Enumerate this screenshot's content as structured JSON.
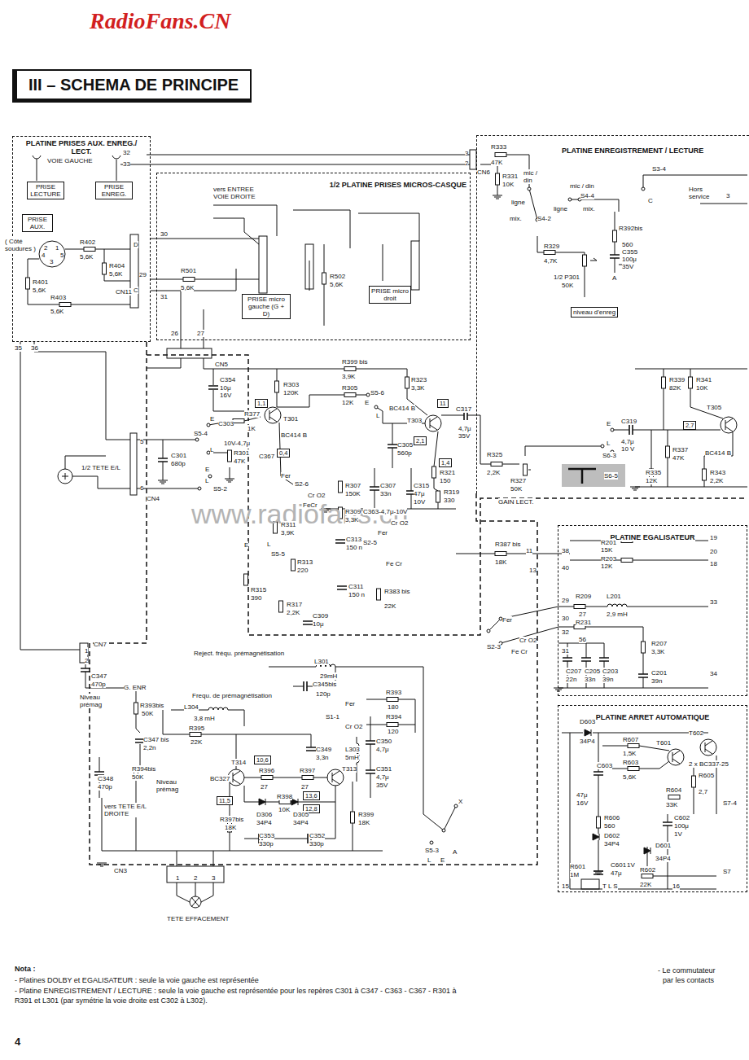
{
  "diagram": {
    "title": "III – SCHEMA DE PRINCIPE",
    "nodes": [
      {
        "text": [
          "PLATINE PRISES AUX. ENREG./ LECT."
        ]
      },
      {
        "text": [
          "PRISE LECTURE"
        ],
        "in": 0
      },
      {
        "text": [
          "PRISE ENREG."
        ],
        "in": 0
      },
      {
        "text": [
          "PRISE AUX."
        ],
        "in": 0
      },
      {
        "text": [
          "1/2 PLATINE PRISES MICROS-CASQUE"
        ]
      },
      {
        "text": [
          "PRISE micro gauche (G + D)"
        ],
        "in": 4
      },
      {
        "text": [
          "PRISE micro droit"
        ],
        "in": 4
      },
      {
        "text": [
          "PLATINE ENREGISTREMENT / LECTURE"
        ]
      },
      {
        "text": [
          "niveau d'enreg"
        ],
        "in": 7
      },
      {
        "text": [
          "PLATINE EGALISATEUR"
        ]
      },
      {
        "text": [
          "PLATINE ARRET AUTOMATIQUE"
        ]
      },
      {
        "text": [
          "1,1"
        ]
      },
      {
        "text": [
          "0,4"
        ]
      },
      {
        "text": [
          "11"
        ]
      },
      {
        "text": [
          "2,1"
        ]
      },
      {
        "text": [
          "1,4"
        ]
      },
      {
        "text": [
          "2,7"
        ],
        "in": 7
      },
      {
        "text": [
          "10,6"
        ]
      },
      {
        "text": [
          "13,6"
        ]
      },
      {
        "text": [
          "12,8"
        ]
      },
      {
        "text": [
          "11,5"
        ]
      }
    ],
    "edges": [
      {
        "from": 0,
        "to": 4,
        "arrow": "none"
      },
      {
        "from": 0,
        "to": 4,
        "arrow": "none"
      },
      {
        "from": 0,
        "to": 4,
        "arrow": "none"
      }
    ],
    "labels": [
      "RadioFans.CN",
      "www.radiofans.cn",
      "32",
      "33",
      "VOIE GAUCHE",
      "2",
      "1",
      "4",
      "5",
      "3",
      "( Côté soudures )",
      "R402",
      "5,6K",
      "R404",
      "5,6K",
      "R401",
      "5,6K",
      "R403",
      "5,6K",
      "D",
      "CN11",
      "C",
      "30",
      "29",
      "31",
      "35",
      "36",
      "26",
      "27",
      "CN5",
      "vers ENTREE VOIE DROITE",
      "R501",
      "5,6K",
      "R502",
      "5,6K",
      "3",
      "2",
      "CN6",
      "R333",
      "47K",
      "R331",
      "10K",
      "mic / din",
      "ligne",
      "mic / din",
      "S4-4",
      "ligne",
      "mix.",
      "S4-2",
      "mix.",
      "R329",
      "4,7K",
      "1/2 P301",
      "50K",
      "S3-4",
      "C",
      "Hors service",
      "3",
      "R392bis",
      "560",
      "C355",
      "100μ",
      "35V",
      "A",
      "R339",
      "82K",
      "R341",
      "10K",
      "T305",
      "BC414 B",
      "C319",
      "4,7μ",
      "10 V",
      "E",
      "L",
      "S6-3",
      "R337",
      "47K",
      "R335",
      "12K",
      "R343",
      "2,2K",
      "S6-5",
      "R325",
      "2,2K",
      "R327",
      "50K",
      "GAIN LECT.",
      "C317",
      "4,7μ",
      "35V",
      "T303",
      "BC414 B",
      "R323",
      "3,3K",
      "R399 bis",
      "3,9K",
      "R305",
      "12K",
      "S5-6",
      "E",
      "L",
      "C305",
      "560p",
      "R321",
      "150",
      "R319",
      "330",
      "C315",
      "47μ",
      "10V",
      "C307",
      "33n",
      "R303",
      "120K",
      "T301",
      "BC414 B",
      "C354",
      "10μ",
      "16V",
      "R377",
      "1K",
      "C303",
      "10V-4,7μ",
      "C367",
      "R301",
      "47K",
      "S5-4",
      "E",
      "L",
      "1/2 TETE E/L",
      "5",
      "6",
      "CN4",
      "C301",
      "680p",
      "E",
      "L",
      "S5-2",
      "Fer",
      "S2-6",
      "Cr O2",
      "FeCr",
      "R311",
      "3,9K",
      "E",
      "L",
      "S5-5",
      "R315",
      "390",
      "R313",
      "220",
      "R317",
      "2,2K",
      "C309",
      "10μ",
      "C311",
      "150 n",
      "C313",
      "150 n",
      "R307",
      "150K",
      "R309",
      "3,3K",
      "C363-4,7μ-10V",
      "Cr O2",
      "Fer",
      "S2-5",
      "Fe Cr",
      "R383 bis",
      "22K",
      "R387 bis",
      "18K",
      "11",
      "13",
      "R201",
      "15K",
      "R203",
      "12K",
      "19",
      "20",
      "18",
      "38",
      "40",
      "29",
      "30",
      "32",
      "31",
      "R209",
      "27",
      "L201",
      "2,9 mH",
      "33",
      "R231",
      "56",
      "R207",
      "3,3K",
      "C201",
      "39n",
      "34",
      "C207",
      "22n",
      "C205",
      "33n",
      "C203",
      "39n",
      "Fer",
      "Cr O2",
      "Fe Cr",
      "S2-3",
      "Reject. fréqu. prémagnétisation",
      "L301",
      "29mH",
      "C345bis",
      "120p",
      "CN7",
      "1",
      "2",
      "C347",
      "470p",
      "G. ENR",
      "Niveau prémag",
      "R393bis",
      "50K",
      "Frequ. de prémagnétisation",
      "L304",
      "3,8 mH",
      "R395",
      "22K",
      "C347 bis",
      "2,2n",
      "C349",
      "3,3n",
      "BC327",
      "T314",
      "R396",
      "27",
      "R397",
      "27",
      "T313",
      "R398",
      "10K",
      "R397bis",
      "18K",
      "D306",
      "34P4",
      "D305",
      "34P4",
      "C353",
      "330p",
      "C352",
      "330p",
      "R394bis",
      "50K",
      "Niveau prémag",
      "C348",
      "470p",
      "vers TETE E/L DROITE",
      "Fer",
      "S1-1",
      "Cr O2",
      "R393",
      "180",
      "R394",
      "120",
      "L303",
      "5mH",
      "C350",
      "4,7μ",
      "C351",
      "4,7μ",
      "35V",
      "R399",
      "18K",
      "X",
      "S5-3",
      "A",
      "L",
      "E",
      "CN3",
      "1",
      "2",
      "3",
      "TETE EFFACEMENT",
      "D603",
      "34P4",
      "R607",
      "1,5K",
      "R603",
      "5,6K",
      "T601",
      "T602",
      "2 x BC337-25",
      "C603",
      "47μ",
      "16V",
      "R605",
      "2,7",
      "S7-4",
      "R604",
      "33K",
      "R606",
      "560",
      "D602",
      "34P4",
      "C602",
      "100μ",
      "1V",
      "D601",
      "34P4",
      "C601",
      "47μ",
      "1V",
      "R601",
      "1M",
      "R602",
      "22K",
      "T L S",
      "15",
      "16",
      "S7",
      "Nota :",
      "- Platines DOLBY et EGALISATEUR : seule la voie gauche est représentée",
      "- Platine ENREGISTREMENT / LECTURE : seule la voie gauche est représentée pour les repères C301 à C347 - C363 - C367 - R301 à R391 et L301 (par symétrie la voie droite est C302 à L302).",
      "- Le commutateur",
      "par les contacts",
      "4"
    ]
  }
}
